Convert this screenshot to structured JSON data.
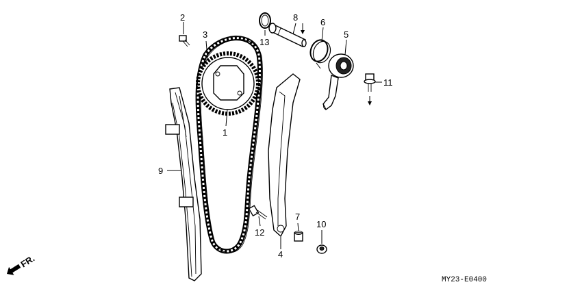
{
  "callouts": [
    {
      "id": "c1",
      "text": "1"
    },
    {
      "id": "c2",
      "text": "2"
    },
    {
      "id": "c3",
      "text": "3"
    },
    {
      "id": "c4",
      "text": "4"
    },
    {
      "id": "c5",
      "text": "5"
    },
    {
      "id": "c6",
      "text": "6"
    },
    {
      "id": "c7",
      "text": "7"
    },
    {
      "id": "c8",
      "text": "8"
    },
    {
      "id": "c9",
      "text": "9"
    },
    {
      "id": "c10",
      "text": "10"
    },
    {
      "id": "c11",
      "text": "11"
    },
    {
      "id": "c12",
      "text": "12"
    },
    {
      "id": "c13",
      "text": "13"
    }
  ],
  "front_indicator": "FR.",
  "diagram_code": "MY23-E0400"
}
